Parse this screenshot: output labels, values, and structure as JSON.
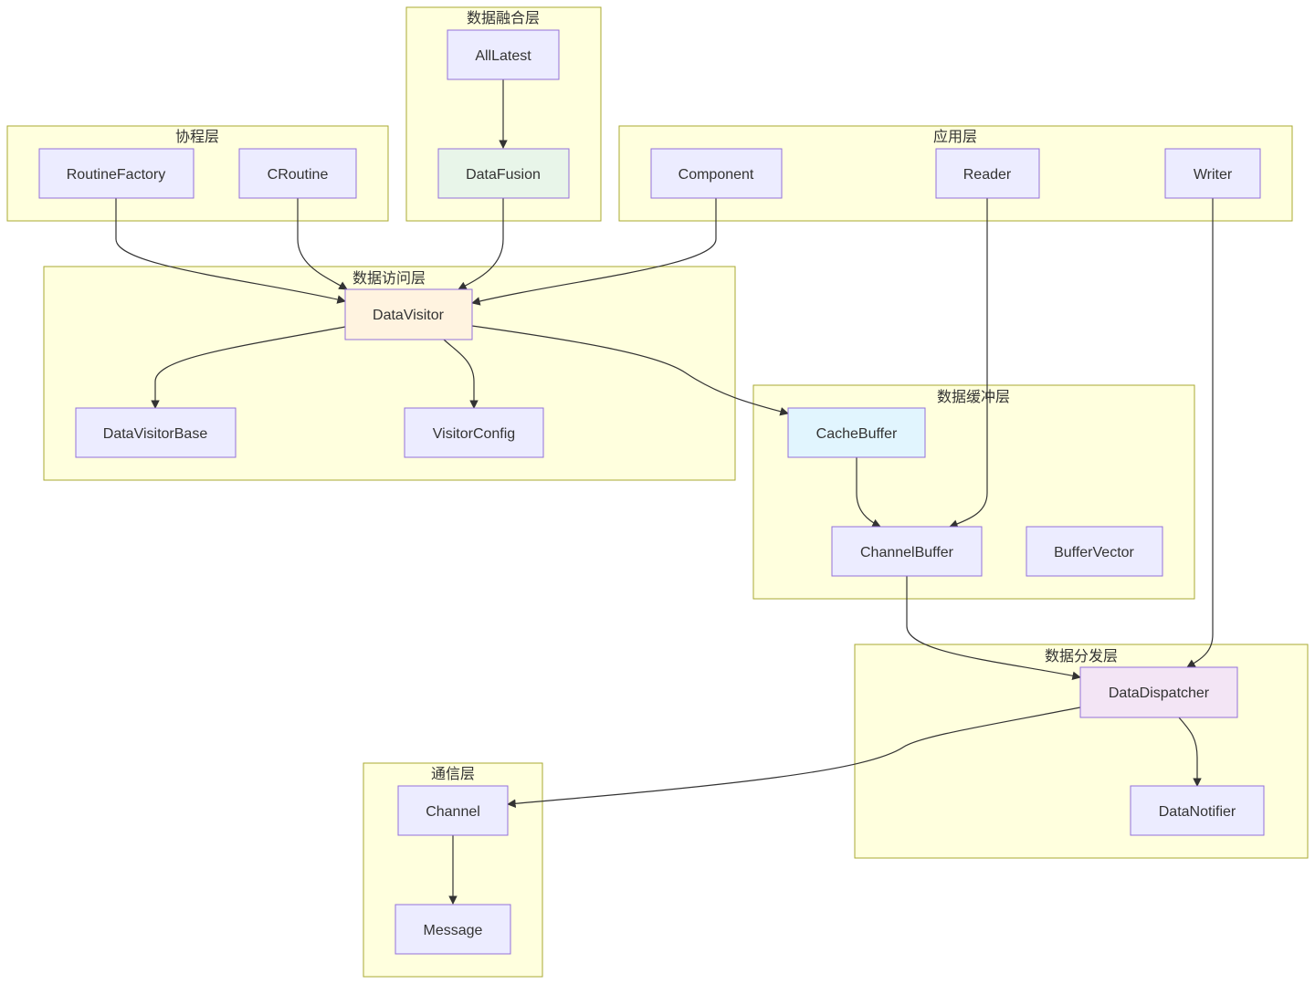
{
  "colors": {
    "cluster_fill": "#ffffde",
    "cluster_stroke": "#aaaa33",
    "node_default": "#ececff",
    "node_stroke": "#9370db",
    "edge": "#333333",
    "datafusion_fill": "#e8f5e9",
    "datavisitor_fill": "#fff3e0",
    "cachebuffer_fill": "#e1f5fe",
    "datadispatcher_fill": "#f3e5f5"
  },
  "clusters": [
    {
      "id": "fusion",
      "label": "数据融合层"
    },
    {
      "id": "coroutine",
      "label": "协程层"
    },
    {
      "id": "app",
      "label": "应用层"
    },
    {
      "id": "visitor",
      "label": "数据访问层"
    },
    {
      "id": "buffer",
      "label": "数据缓冲层"
    },
    {
      "id": "dispatch",
      "label": "数据分发层"
    },
    {
      "id": "comm",
      "label": "通信层"
    }
  ],
  "nodes": [
    {
      "id": "AllLatest",
      "label": "AllLatest"
    },
    {
      "id": "DataFusion",
      "label": "DataFusion"
    },
    {
      "id": "RoutineFactory",
      "label": "RoutineFactory"
    },
    {
      "id": "CRoutine",
      "label": "CRoutine"
    },
    {
      "id": "Component",
      "label": "Component"
    },
    {
      "id": "Reader",
      "label": "Reader"
    },
    {
      "id": "Writer",
      "label": "Writer"
    },
    {
      "id": "DataVisitor",
      "label": "DataVisitor"
    },
    {
      "id": "DataVisitorBase",
      "label": "DataVisitorBase"
    },
    {
      "id": "VisitorConfig",
      "label": "VisitorConfig"
    },
    {
      "id": "CacheBuffer",
      "label": "CacheBuffer"
    },
    {
      "id": "ChannelBuffer",
      "label": "ChannelBuffer"
    },
    {
      "id": "BufferVector",
      "label": "BufferVector"
    },
    {
      "id": "DataDispatcher",
      "label": "DataDispatcher"
    },
    {
      "id": "DataNotifier",
      "label": "DataNotifier"
    },
    {
      "id": "Channel",
      "label": "Channel"
    },
    {
      "id": "Message",
      "label": "Message"
    }
  ],
  "edges": [
    {
      "from": "AllLatest",
      "to": "DataFusion"
    },
    {
      "from": "RoutineFactory",
      "to": "DataVisitor"
    },
    {
      "from": "CRoutine",
      "to": "DataVisitor"
    },
    {
      "from": "DataFusion",
      "to": "DataVisitor"
    },
    {
      "from": "Component",
      "to": "DataVisitor"
    },
    {
      "from": "DataVisitor",
      "to": "DataVisitorBase"
    },
    {
      "from": "DataVisitor",
      "to": "VisitorConfig"
    },
    {
      "from": "DataVisitor",
      "to": "CacheBuffer"
    },
    {
      "from": "CacheBuffer",
      "to": "ChannelBuffer"
    },
    {
      "from": "Reader",
      "to": "ChannelBuffer"
    },
    {
      "from": "ChannelBuffer",
      "to": "DataDispatcher"
    },
    {
      "from": "Writer",
      "to": "DataDispatcher"
    },
    {
      "from": "DataDispatcher",
      "to": "Channel"
    },
    {
      "from": "DataDispatcher",
      "to": "DataNotifier"
    },
    {
      "from": "Channel",
      "to": "Message"
    }
  ]
}
